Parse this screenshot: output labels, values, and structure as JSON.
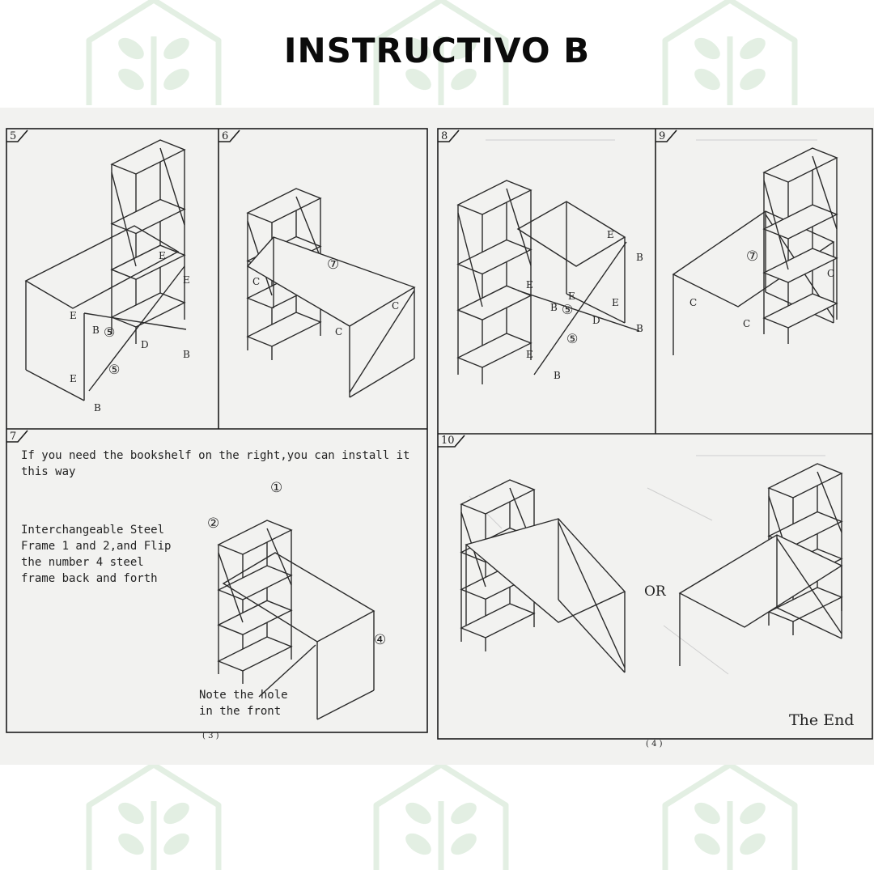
{
  "heading": "INSTRUCTIVO B",
  "colors": {
    "watermark": "#e3efe3",
    "ink": "#1c1c1c",
    "paper": "#f2f2f0"
  },
  "icons": {
    "watermark": "house-tree-logo"
  },
  "steps": {
    "s5": {
      "number": "5"
    },
    "s6": {
      "number": "6"
    },
    "s7": {
      "number": "7",
      "note_top": "If you need the bookshelf on the right,you can install it\nthis way",
      "note_left": "Interchangeable Steel\nFrame 1 and 2,and Flip\nthe number 4 steel\nframe back and forth",
      "note_hole": "Note the hole\nin the front"
    },
    "s8": {
      "number": "8"
    },
    "s9": {
      "number": "9"
    },
    "s10": {
      "number": "10",
      "or_label": "OR",
      "end_label": "The End"
    }
  },
  "part_labels": {
    "b": "B",
    "c": "C",
    "d": "D",
    "e": "E",
    "n1": "①",
    "n2": "②",
    "n4": "④",
    "n5": "⑤",
    "n7": "⑦"
  },
  "page_numbers": {
    "left": "( 3 )",
    "right": "( 4 )"
  }
}
